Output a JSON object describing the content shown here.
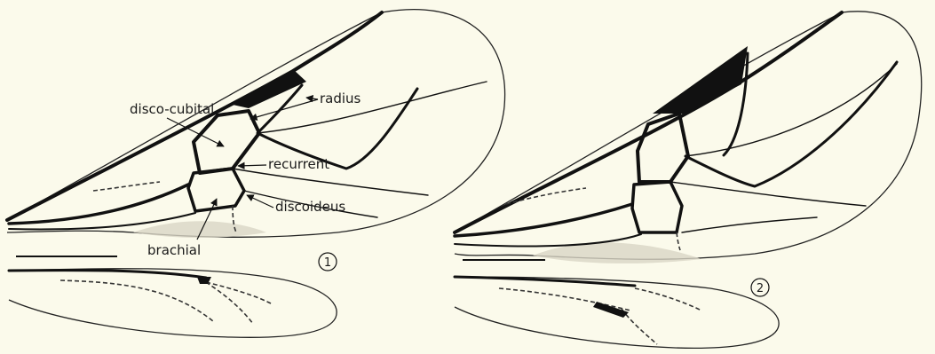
{
  "figures": [
    {
      "number": "1"
    },
    {
      "number": "2"
    }
  ],
  "labels": {
    "disco_cubital": "disco-cubital",
    "radius": "radius",
    "recurrent": "recurrent",
    "discoideus": "discoideus",
    "brachial": "brachial"
  },
  "colors": {
    "background": "#fbfaeb",
    "ink": "#111111"
  }
}
